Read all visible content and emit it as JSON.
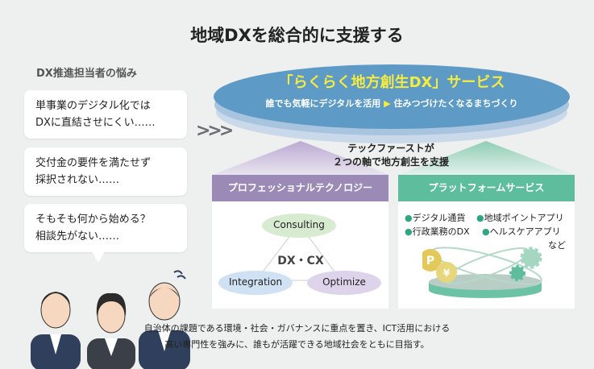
{
  "title": "地域DXを総合的に支援する",
  "left": {
    "heading": "DX推進担当者の悩み",
    "concerns": [
      [
        "単事業のデジタル化では",
        "DXに直結させにくい……"
      ],
      [
        "交付金の要件を満たせず",
        "採択されない……"
      ],
      [
        "そもそも何から始める？",
        "相談先がない……"
      ]
    ]
  },
  "service": {
    "name": "「らくらく地方創生DX」サービス",
    "tagline_left": "誰でも気軽にデジタルを活用",
    "arrow": "▶",
    "tagline_right": "住みつづけたくなるまちづくり"
  },
  "center": {
    "line1": "テックファーストが",
    "line2": "２つの軸で地方創生を支援"
  },
  "pillars": {
    "tech": {
      "label": "プロフェッショナルテクノロジー",
      "center": "DX・CX",
      "nodes": [
        "Consulting",
        "Integration",
        "Optimize"
      ],
      "color": "#9b8ab5"
    },
    "platform": {
      "label": "プラットフォームサービス",
      "items": [
        "デジタル通貨",
        "地域ポイントアプリ",
        "行政業務のDX",
        "ヘルスケアアプリ"
      ],
      "more": "など",
      "color": "#5dbd9c"
    }
  },
  "footer": {
    "line1": "自治体の課題である環境・社会・ガバナンスに重点を置き、ICT活用における",
    "line2": "高い専門性を強みに、誰もが活躍できる地域社会をともに目指す。"
  }
}
